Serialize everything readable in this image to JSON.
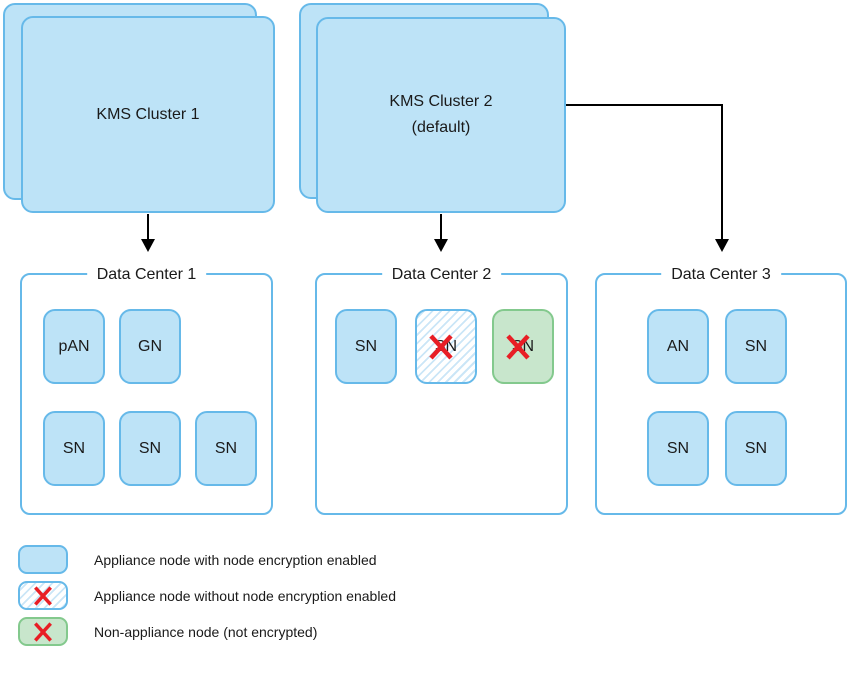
{
  "colors": {
    "node_fill": "#BDE3F7",
    "node_border": "#66B9E9",
    "green_fill": "#C8E6CC",
    "green_border": "#83C98D",
    "hatch_stripe": "#CBE6F7",
    "x_red": "#E81E25",
    "line_color": "#000000"
  },
  "clusters": [
    {
      "label": "KMS Cluster 1",
      "sublabel": ""
    },
    {
      "label": "KMS Cluster 2",
      "sublabel": "(default)"
    }
  ],
  "data_centers": [
    {
      "title": "Data Center 1",
      "nodes": [
        {
          "label": "pAN",
          "type": "encrypted"
        },
        {
          "label": "GN",
          "type": "encrypted"
        },
        {
          "label": "SN",
          "type": "encrypted"
        },
        {
          "label": "SN",
          "type": "encrypted"
        },
        {
          "label": "SN",
          "type": "encrypted"
        }
      ]
    },
    {
      "title": "Data Center 2",
      "nodes": [
        {
          "label": "SN",
          "type": "encrypted"
        },
        {
          "label": "SN",
          "type": "unencrypted-appliance"
        },
        {
          "label": "SN",
          "type": "non-appliance"
        }
      ]
    },
    {
      "title": "Data Center 3",
      "nodes": [
        {
          "label": "AN",
          "type": "encrypted"
        },
        {
          "label": "SN",
          "type": "encrypted"
        },
        {
          "label": "SN",
          "type": "encrypted"
        },
        {
          "label": "SN",
          "type": "encrypted"
        }
      ]
    }
  ],
  "legend": [
    {
      "swatch": "encrypted",
      "label": "Appliance node with node encryption enabled"
    },
    {
      "swatch": "unencrypted-appliance",
      "label": "Appliance node without node encryption enabled"
    },
    {
      "swatch": "non-appliance",
      "label": "Non-appliance node (not encrypted)"
    }
  ]
}
